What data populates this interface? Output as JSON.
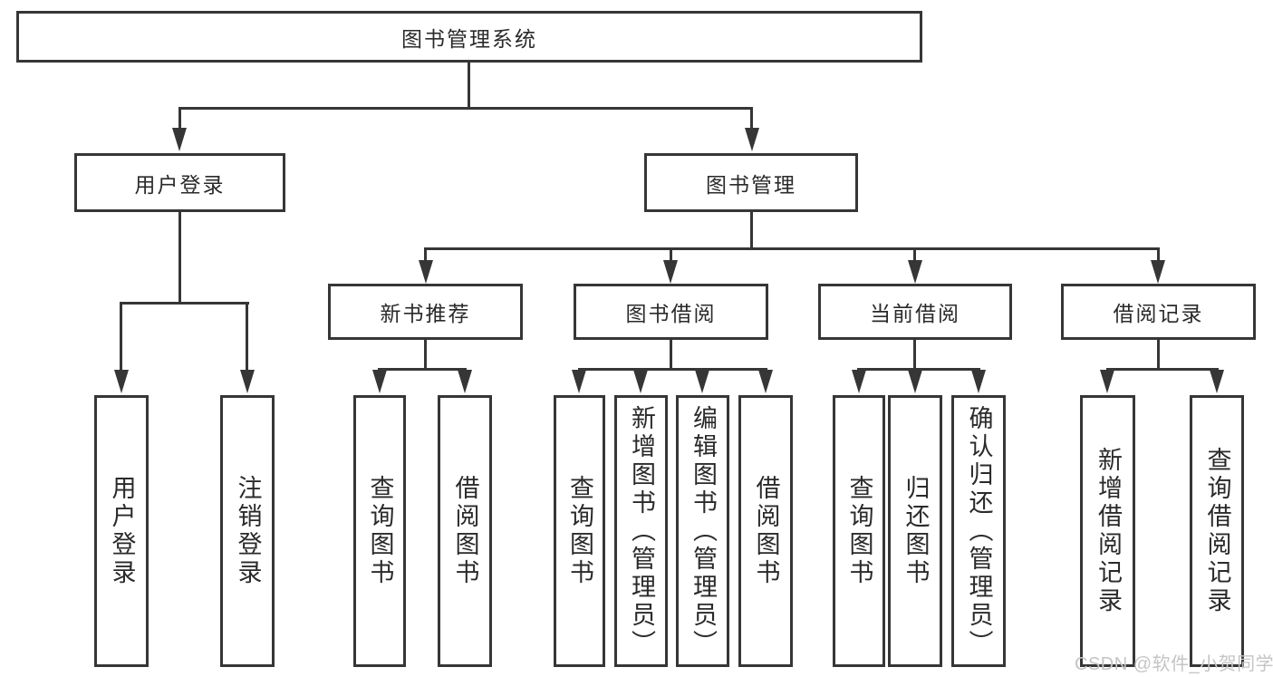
{
  "diagram": {
    "title": "图书管理系统",
    "watermark": "CSDN @软件_小贺同学",
    "colors": {
      "line": "#363636",
      "text": "#2a2a2a",
      "background": "#ffffff",
      "watermark": "#c5c5c5"
    },
    "nodes": {
      "root": {
        "label": "图书管理系统"
      },
      "level2": [
        {
          "id": "user-login",
          "label": "用户登录",
          "parent": "root"
        },
        {
          "id": "book-management",
          "label": "图书管理",
          "parent": "root"
        }
      ],
      "level3": [
        {
          "id": "new-book-recommend",
          "label": "新书推荐",
          "parent": "book-management"
        },
        {
          "id": "book-borrow",
          "label": "图书借阅",
          "parent": "book-management"
        },
        {
          "id": "current-borrow",
          "label": "当前借阅",
          "parent": "book-management"
        },
        {
          "id": "borrow-record",
          "label": "借阅记录",
          "parent": "book-management"
        }
      ],
      "leaves": [
        {
          "label": "用户登录",
          "parent": "user-login"
        },
        {
          "label": "注销登录",
          "parent": "user-login"
        },
        {
          "label": "查询图书",
          "parent": "new-book-recommend"
        },
        {
          "label": "借阅图书",
          "parent": "new-book-recommend"
        },
        {
          "label": "查询图书",
          "parent": "book-borrow"
        },
        {
          "label": "新增图书（管理员）",
          "parent": "book-borrow"
        },
        {
          "label": "编辑图书（管理员）",
          "parent": "book-borrow"
        },
        {
          "label": "借阅图书",
          "parent": "book-borrow"
        },
        {
          "label": "查询图书",
          "parent": "current-borrow"
        },
        {
          "label": "归还图书",
          "parent": "current-borrow"
        },
        {
          "label": "确认归还（管理员）",
          "parent": "current-borrow"
        },
        {
          "label": "新增借阅记录",
          "parent": "borrow-record"
        },
        {
          "label": "查询借阅记录",
          "parent": "borrow-record"
        }
      ]
    }
  }
}
